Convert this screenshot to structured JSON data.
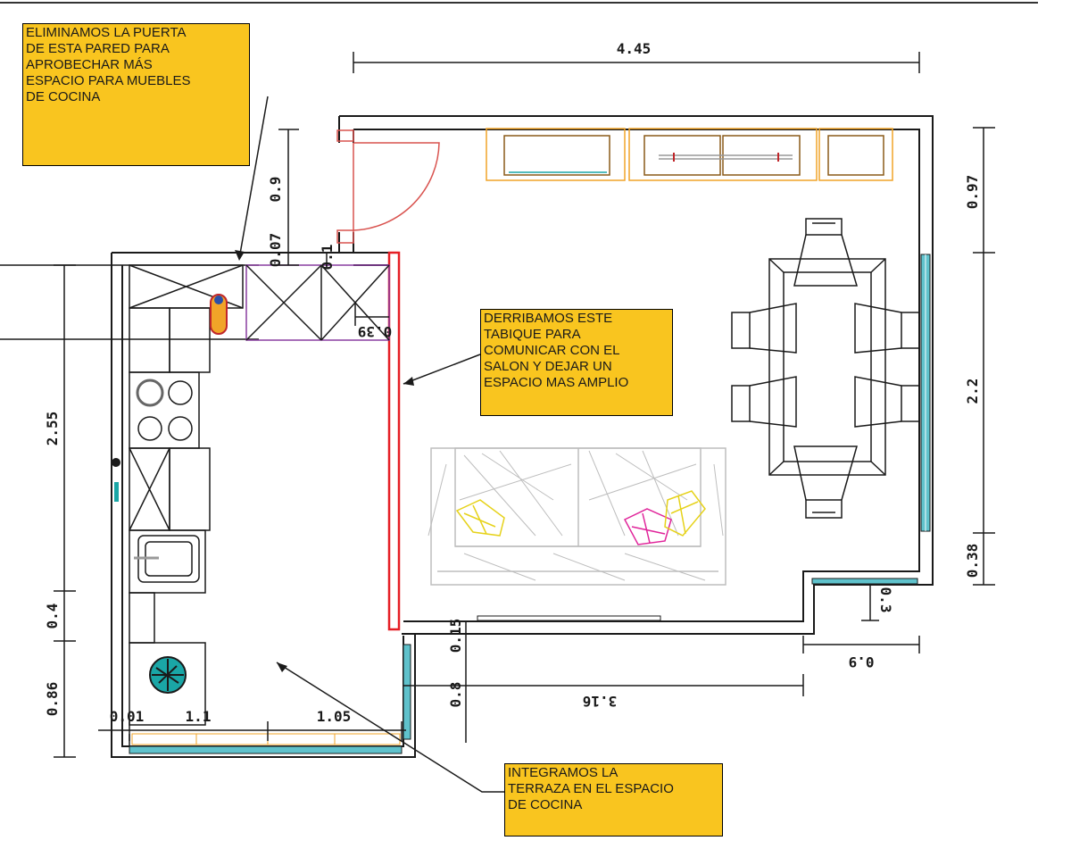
{
  "notes": {
    "door_removed": "ELIMINAMOS LA PUERTA\nDE ESTA PARED PARA\nAPROBECHAR MÁS\nESPACIO PARA MUEBLES\nDE COCINA",
    "wall_demolished": "DERRIBAMOS ESTE\nTABIQUE PARA\nCOMUNICAR CON EL\nSALON Y DEJAR UN\nESPACIO MAS AMPLIO",
    "terrace_integrated": "INTEGRAMOS LA\nTERRAZA EN EL ESPACIO\nDE COCINA"
  },
  "dimensions": {
    "top_width": "4.45",
    "right_top": "0.97",
    "right_mid": "2.2",
    "right_bottom": "0.38",
    "right_notch": "0.3",
    "notch_width": "0.9",
    "left_total": "2.55",
    "left_mid": "0.4",
    "left_bottom": "0.86",
    "door_height": "0.9",
    "wall_small_a": "0.07",
    "wall_small_b": "0.1",
    "partition_depth": "0.39",
    "terrace_step": "0.15",
    "terrace_depth": "0.8",
    "terrace_width": "3.16",
    "bottom_a": "0.01",
    "bottom_b": "1.1",
    "bottom_c": "1.05"
  },
  "colors": {
    "note_bg": "#f9c51f",
    "demolished_wall": "#e51e25",
    "door_arc": "#d9534f",
    "wall_line": "#1a1a1a",
    "sofa": "#bdbdbd",
    "cushion_yellow": "#e6d21a",
    "cushion_magenta": "#e0249a",
    "window_glass": "#5fc2cc",
    "cabinet_frame": "#f1a428",
    "cabinet_inner": "#8a5a18",
    "appliance_purple": "#8a3ea0",
    "plant_teal": "#1aa6a6"
  }
}
